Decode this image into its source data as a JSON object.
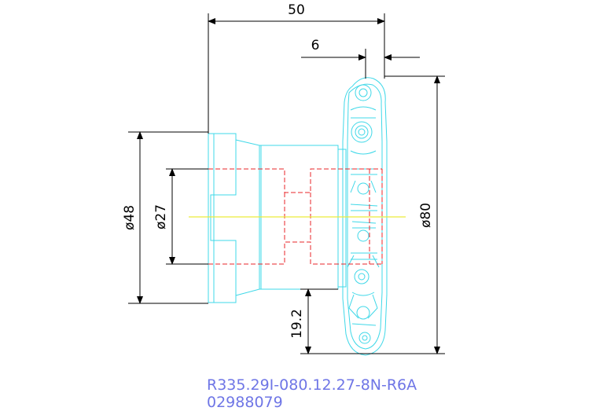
{
  "dimensions": {
    "overall_length": "50",
    "insert_offset": "6",
    "shank_diameter": "ø48",
    "bore_diameter": "ø27",
    "cutter_diameter": "ø80",
    "body_height": "19.2"
  },
  "part_code": "R335.29I-080.12.27-8N-R6A",
  "order_number": "02988079",
  "colors": {
    "body_outline": "#3fd8e8",
    "hidden_lines": "#e8262a",
    "center_line": "#ecec3a",
    "dimension_lines": "#000000",
    "code_text": "#6f76e6"
  }
}
